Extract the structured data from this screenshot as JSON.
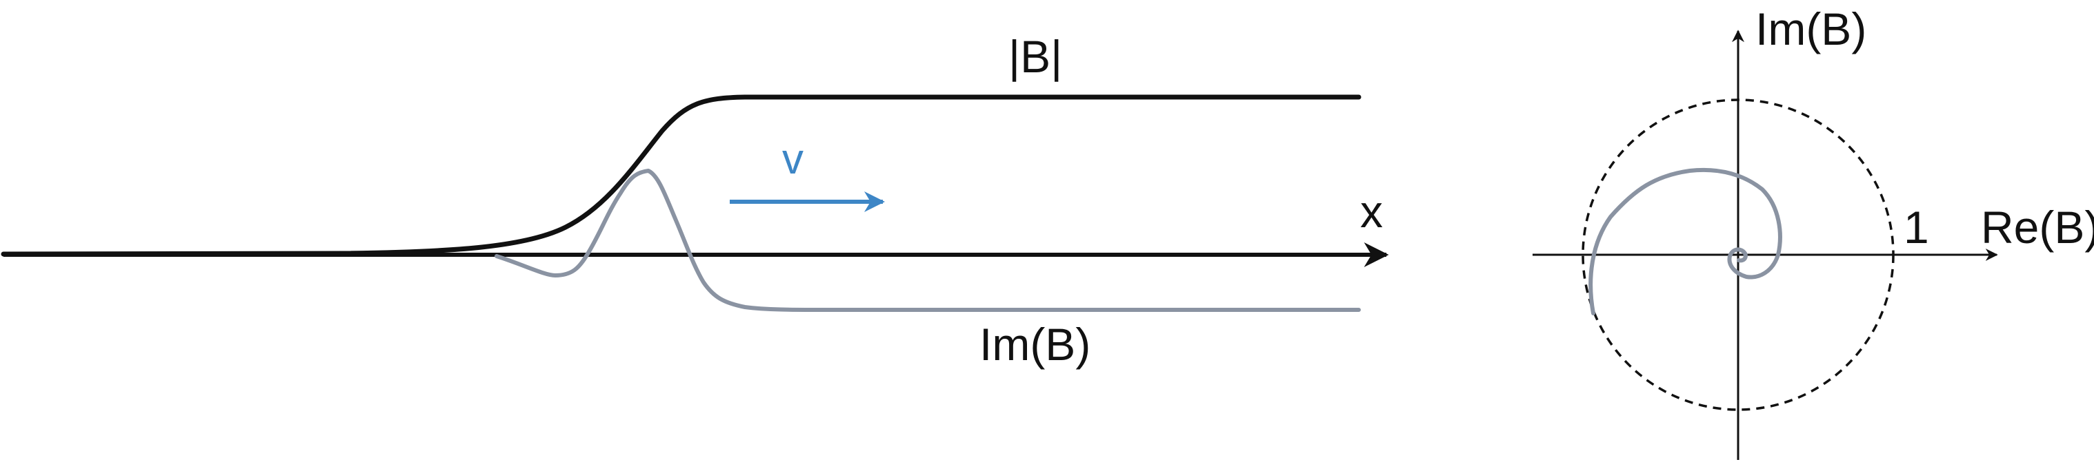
{
  "colors": {
    "black": "#111111",
    "gray": "#8a93a2",
    "blue": "#3d86c6",
    "background": "#ffffff"
  },
  "left_panel": {
    "magnitude_label": "|B|",
    "imaginary_label": "Im(B)",
    "velocity_label": "v",
    "x_axis_label": "x"
  },
  "right_panel": {
    "y_axis_label": "Im(B)",
    "x_axis_label": "Re(B)",
    "unit_label": "1"
  }
}
